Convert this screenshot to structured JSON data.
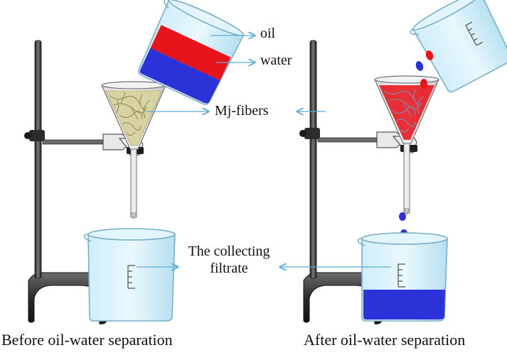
{
  "labels": {
    "oil": "oil",
    "water": "water",
    "mj_fibers": "Mj-fibers",
    "collecting_line1": "The collecting",
    "collecting_line2": "filtrate"
  },
  "captions": {
    "before": "Before oil-water separation",
    "after": "After oil-water separation"
  },
  "colors": {
    "oil": "#e8141c",
    "water": "#2a32d8",
    "glass": "#bfe3f2",
    "glass_stroke": "#7aaec6",
    "fibers": "#d8d3a4",
    "stand": "#3a3a3a",
    "pointer": "#5aaed8"
  }
}
